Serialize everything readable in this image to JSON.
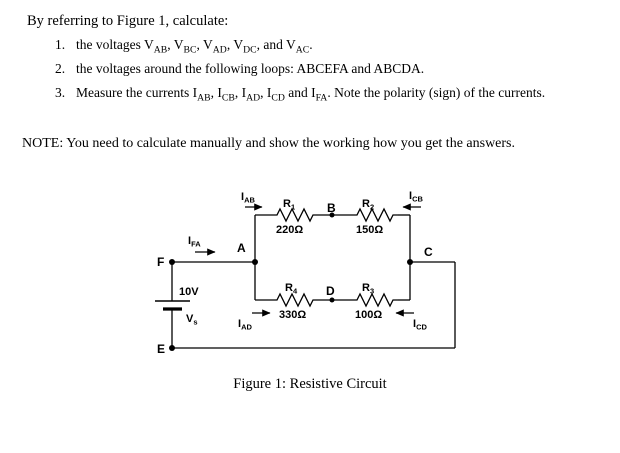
{
  "document": {
    "intro": "By referring to Figure 1, calculate:",
    "items": [
      {
        "number": "1.",
        "segments": [
          {
            "t": "the voltages V"
          },
          {
            "s": "AB"
          },
          {
            "t": ", V"
          },
          {
            "s": "BC"
          },
          {
            "t": ", V"
          },
          {
            "s": "AD"
          },
          {
            "t": ", V"
          },
          {
            "s": "DC"
          },
          {
            "t": ", and V"
          },
          {
            "s": "AC"
          },
          {
            "t": "."
          }
        ]
      },
      {
        "number": "2.",
        "segments": [
          {
            "t": "the voltages around the following loops: ABCEFA and ABCDA."
          }
        ]
      },
      {
        "number": "3.",
        "segments": [
          {
            "t": "Measure the currents I"
          },
          {
            "s": "AB"
          },
          {
            "t": ", I"
          },
          {
            "s": "CB"
          },
          {
            "t": ", I"
          },
          {
            "s": "AD"
          },
          {
            "t": ", I"
          },
          {
            "s": "CD"
          },
          {
            "t": " and I"
          },
          {
            "s": "FA"
          },
          {
            "t": ". Note the polarity (sign) of the currents."
          }
        ]
      }
    ],
    "note": "NOTE: You need to calculate manually and show the working how you get the answers."
  },
  "figure": {
    "caption": "Figure 1: Resistive Circuit",
    "source": {
      "voltage": "10V",
      "name": "V",
      "sub": "s"
    },
    "nodes": {
      "A": "A",
      "B": "B",
      "C": "C",
      "D": "D",
      "E": "E",
      "F": "F"
    },
    "resistors": {
      "r1": {
        "name": "R",
        "sub": "1",
        "value": "220Ω"
      },
      "r2": {
        "name": "R",
        "sub": "2",
        "value": "150Ω"
      },
      "r3": {
        "name": "R",
        "sub": "3",
        "value": "100Ω"
      },
      "r4": {
        "name": "R",
        "sub": "4",
        "value": "330Ω"
      }
    },
    "currents": {
      "iab": {
        "name": "I",
        "sub": "AB"
      },
      "icb": {
        "name": "I",
        "sub": "CB"
      },
      "ifa": {
        "name": "I",
        "sub": "FA"
      },
      "iad": {
        "name": "I",
        "sub": "AD"
      },
      "icd": {
        "name": "I",
        "sub": "CD"
      }
    }
  }
}
